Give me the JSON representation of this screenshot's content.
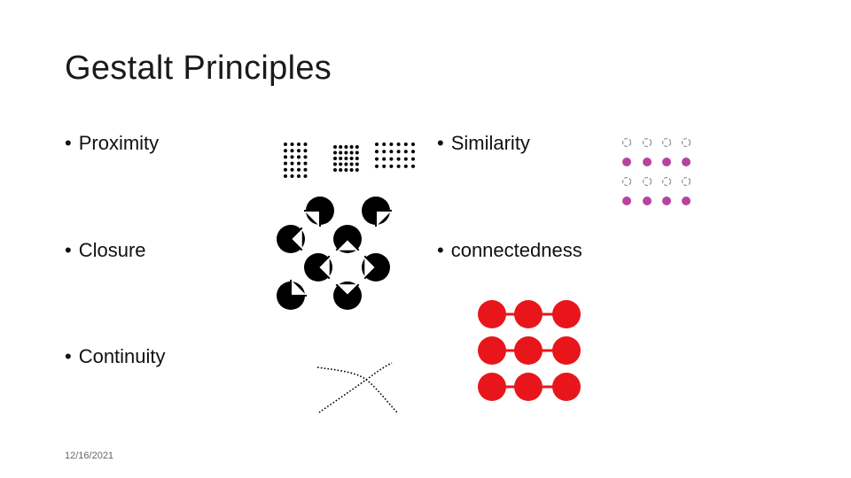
{
  "slide": {
    "title": "Gestalt Principles",
    "bullets": {
      "proximity": "Proximity",
      "similarity": "Similarity",
      "closure": "Closure",
      "connectedness": "connectedness",
      "continuity": "Continuity"
    },
    "bullet_glyph": "•",
    "date": "12/16/2021"
  },
  "colors": {
    "magenta": "#b5449f",
    "red": "#e8161b",
    "ring": "#9a9a9a",
    "black": "#000000"
  }
}
